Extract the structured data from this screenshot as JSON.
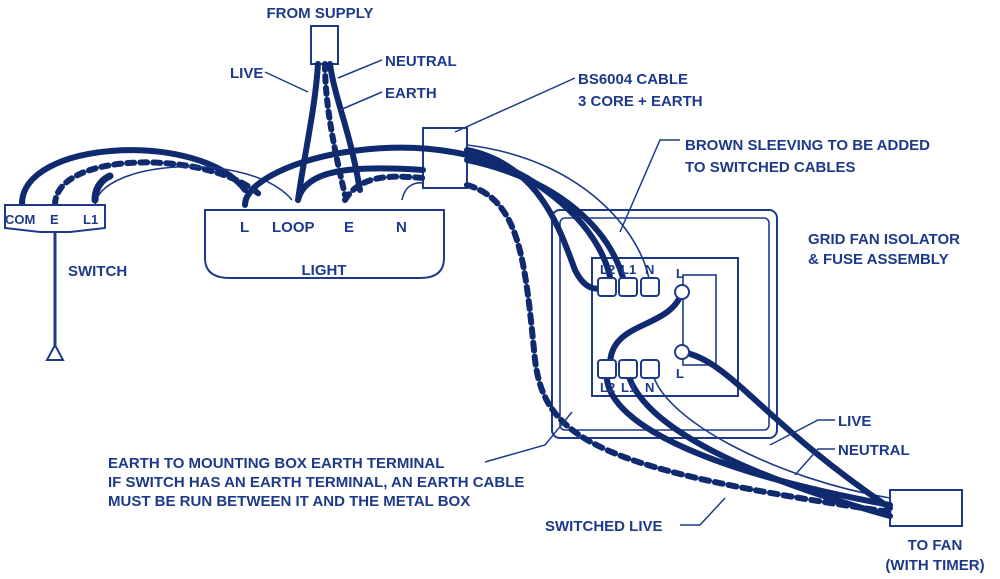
{
  "labels": {
    "from_supply": "FROM SUPPLY",
    "live_top": "LIVE",
    "neutral_top": "NEUTRAL",
    "earth_top": "EARTH",
    "bs6004_line1": "BS6004 CABLE",
    "bs6004_line2": "3 CORE + EARTH",
    "brown_line1": "BROWN SLEEVING TO BE ADDED",
    "brown_line2": "TO SWITCHED CABLES",
    "grid_line1": "GRID FAN ISOLATOR",
    "grid_line2": "& FUSE ASSEMBLY",
    "switch": "SWITCH",
    "light": "LIGHT",
    "live_right": "LIVE",
    "neutral_right": "NEUTRAL",
    "switched_live": "SWITCHED LIVE",
    "to_fan_line1": "TO FAN",
    "to_fan_line2": "(WITH TIMER)",
    "earth_note_line1": "EARTH TO MOUNTING BOX EARTH TERMINAL",
    "earth_note_line2": "IF SWITCH HAS AN EARTH TERMINAL, AN EARTH CABLE",
    "earth_note_line3": "MUST BE RUN BETWEEN IT AND THE METAL BOX"
  },
  "switch_terminals": [
    "COM",
    "E",
    "L1"
  ],
  "light_terminals": [
    "L",
    "LOOP",
    "E",
    "N"
  ],
  "isolator_top_terminals": [
    "L2",
    "L1",
    "N"
  ],
  "isolator_bottom_terminals": [
    "L2",
    "L1",
    "N"
  ],
  "fuse_terminals": [
    "L",
    "L"
  ],
  "colors": {
    "navy": "#0f2a6e",
    "text": "#1d3a8a",
    "mid_blue": "#3a5aa8",
    "background": "#ffffff"
  }
}
